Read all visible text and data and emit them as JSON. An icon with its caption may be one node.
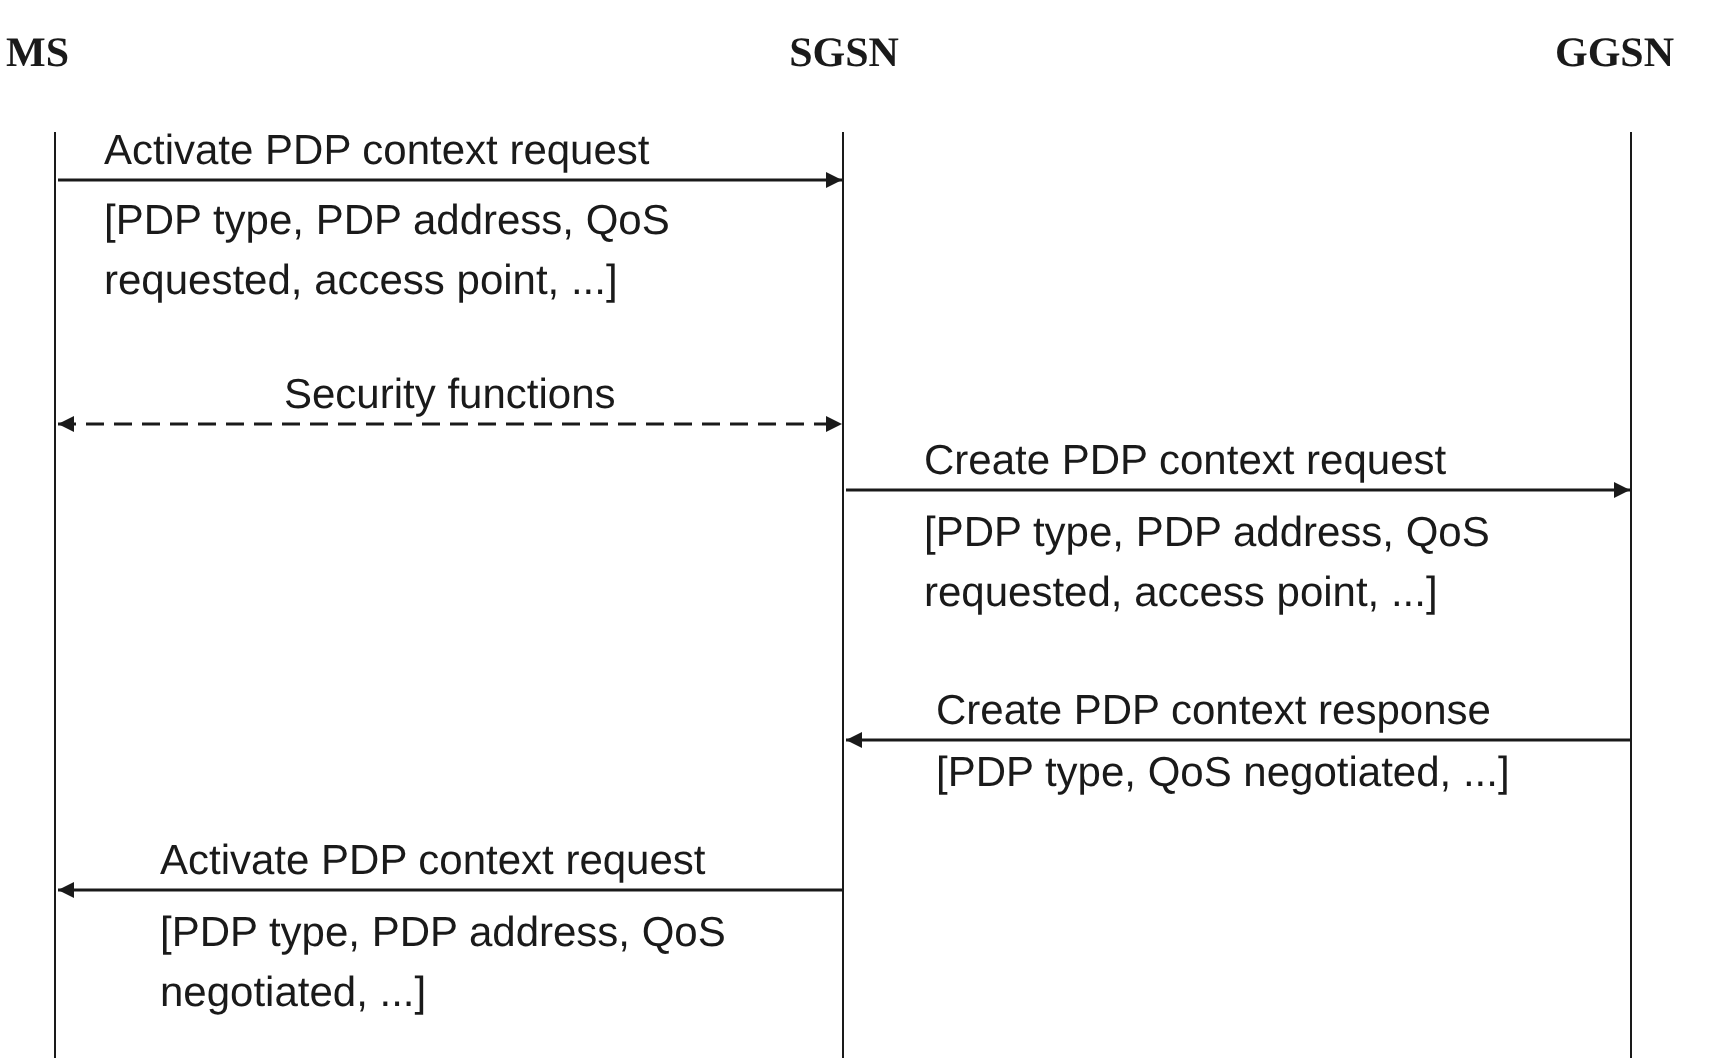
{
  "diagram": {
    "nodes": [
      {
        "text": [
          "MS"
        ]
      },
      {
        "text": [
          "SGSN"
        ]
      },
      {
        "text": [
          "GGSN"
        ]
      }
    ],
    "edges": [
      {
        "from": 0,
        "to": 1,
        "arrow": "to",
        "label": "Activate PDP context request"
      },
      {
        "from": 0,
        "to": 1,
        "arrow": "both",
        "style": "dashed",
        "label": "Security functions"
      },
      {
        "from": 1,
        "to": 2,
        "arrow": "to",
        "label": "Create PDP context request"
      },
      {
        "from": 2,
        "to": 1,
        "arrow": "to",
        "label": "Create PDP context response"
      },
      {
        "from": 1,
        "to": 0,
        "arrow": "to",
        "label": "Activate PDP context request"
      }
    ],
    "labels": [
      "[PDP type, PDP address, QoS requested, access point, ...]",
      "[PDP type, PDP address, QoS requested, access point, ...]",
      "[PDP type, QoS negotiated, ...]",
      "[PDP type, PDP address, QoS negotiated, ...]"
    ]
  }
}
